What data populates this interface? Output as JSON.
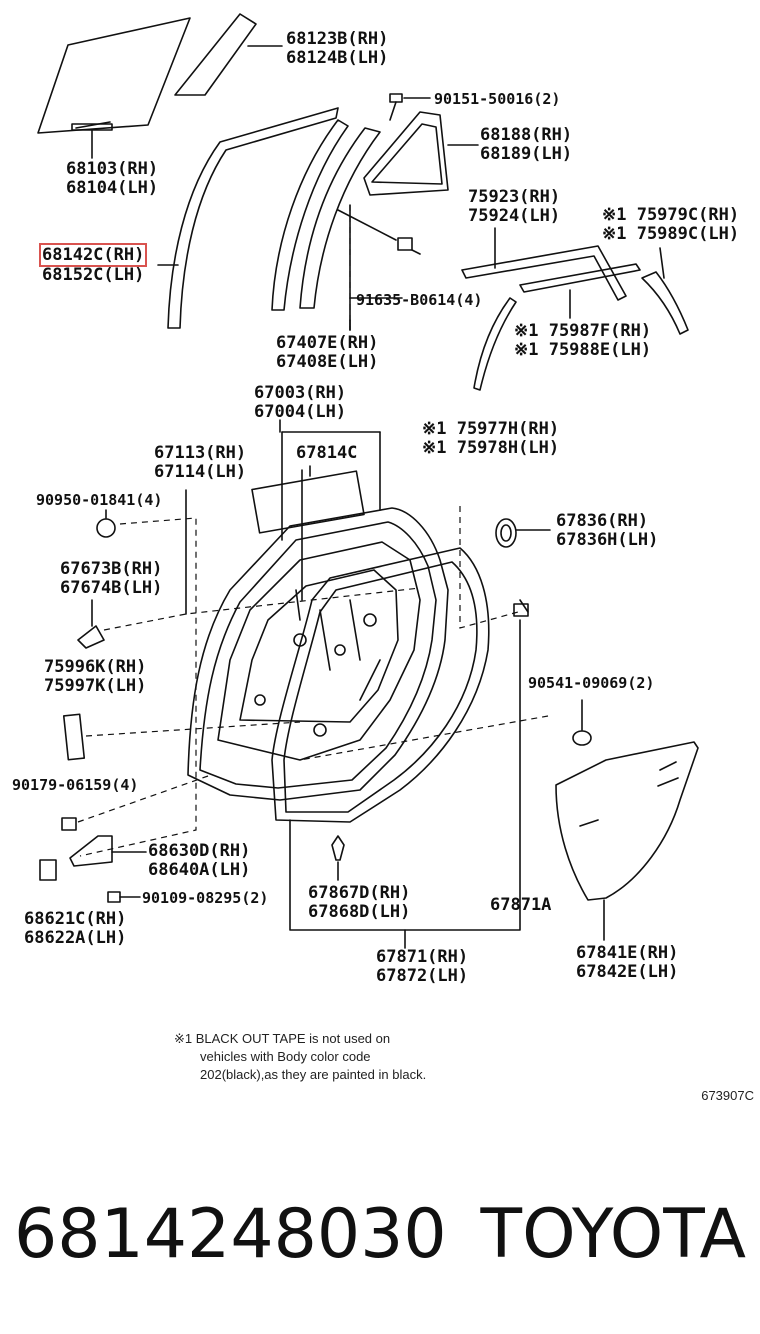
{
  "labels": {
    "l68123": "68123B(RH)\n68124B(LH)",
    "l90151": "90151-50016(2)",
    "l68188": "68188(RH)\n68189(LH)",
    "l68103": "68103(RH)\n68104(LH)",
    "l75923": "75923(RH)\n75924(LH)",
    "l75979": "※1 75979C(RH)\n※1 75989C(LH)",
    "l68142": "68142C(RH)",
    "l68152": "68152C(LH)",
    "l91635": "91635-B0614(4)",
    "l75987": "※1 75987F(RH)\n※1 75988E(LH)",
    "l67407": "67407E(RH)\n67408E(LH)",
    "l75977": "※1 75977H(RH)\n※1 75978H(LH)",
    "l67003": "67003(RH)\n67004(LH)",
    "l67113": "67113(RH)\n67114(LH)",
    "l67814": "67814C",
    "l90950": "90950-01841(4)",
    "l67836": "67836(RH)\n67836H(LH)",
    "l67673": "67673B(RH)\n67674B(LH)",
    "l75996": "75996K(RH)\n75997K(LH)",
    "l90541": "90541-09069(2)",
    "l90179": "90179-06159(4)",
    "l68630": "68630D(RH)\n68640A(LH)",
    "l90109": "90109-08295(2)",
    "l67867": "67867D(RH)\n67868D(LH)",
    "l67871A": "67871A",
    "l68621": "68621C(RH)\n68622A(LH)",
    "l67871": "67871(RH)\n67872(LH)",
    "l67841": "67841E(RH)\n67842E(LH)"
  },
  "note": {
    "line1": "※1 BLACK OUT TAPE is not used on",
    "line2": "vehicles with Body color code",
    "line3": "202(black),as they are painted in black."
  },
  "diagram_code": "673907C",
  "footer": {
    "part_number": "6814248030",
    "brand": "TOYOTA"
  },
  "colors": {
    "highlight": "#d9534f",
    "ink": "#111111"
  }
}
